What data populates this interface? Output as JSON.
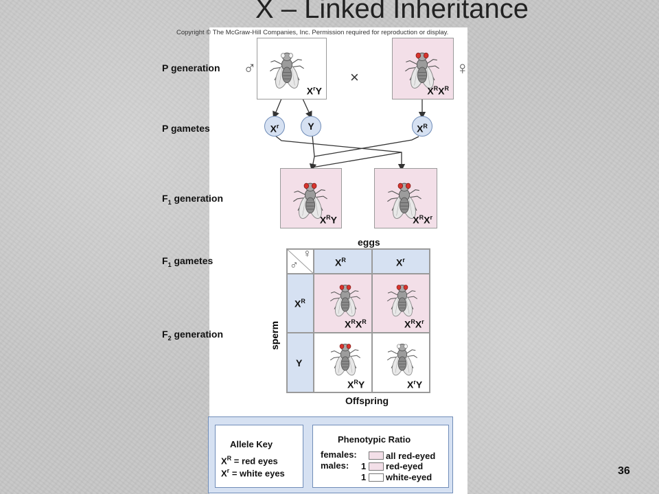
{
  "title": "X – Linked Inheritance",
  "copyright": "Copyright © The McGraw-Hill Companies, Inc. Permission required for reproduction or display.",
  "labels": {
    "p_generation": "P generation",
    "p_gametes": "P gametes",
    "f1_generation_prefix": "F",
    "f1_generation_sub": "1",
    "f1_generation_suffix": " generation",
    "f1_gametes_prefix": "F",
    "f1_gametes_sub": "1",
    "f1_gametes_suffix": " gametes",
    "f2_generation_prefix": "F",
    "f2_generation_sub": "2",
    "f2_generation_suffix": " generation"
  },
  "symbols": {
    "male": "♂",
    "female": "♀",
    "cross": "×"
  },
  "p_male": {
    "base1": "X",
    "sup1": "r",
    "base2": "Y"
  },
  "p_female": {
    "base1": "X",
    "sup1": "R",
    "base2": "X",
    "sup2": "R"
  },
  "gametes": {
    "g1": {
      "base": "X",
      "sup": "r"
    },
    "g2": {
      "base": "Y"
    },
    "g3": {
      "base": "X",
      "sup": "R"
    }
  },
  "f1_male": {
    "base1": "X",
    "sup1": "R",
    "base2": "Y"
  },
  "f1_female": {
    "base1": "X",
    "sup1": "R",
    "base2": "X",
    "sup2": "r"
  },
  "punnett": {
    "eggs_label": "eggs",
    "sperm_label": "sperm",
    "offspring_label": "Offspring",
    "egg_headers": [
      {
        "base": "X",
        "sup": "R"
      },
      {
        "base": "X",
        "sup": "r"
      }
    ],
    "sperm_headers": [
      {
        "base": "X",
        "sup": "R"
      },
      {
        "base": "Y"
      }
    ],
    "cells": [
      {
        "base1": "X",
        "sup1": "R",
        "base2": "X",
        "sup2": "R"
      },
      {
        "base1": "X",
        "sup1": "R",
        "base2": "X",
        "sup2": "r"
      },
      {
        "base1": "X",
        "sup1": "R",
        "base2": "Y"
      },
      {
        "base1": "X",
        "sup1": "r",
        "base2": "Y"
      }
    ]
  },
  "allele_key": {
    "title": "Allele Key",
    "row1": {
      "base": "X",
      "sup": "R",
      "eq": "=",
      "text": "red eyes"
    },
    "row2": {
      "base": "X",
      "sup": "r",
      "eq": "=",
      "text": "white eyes"
    }
  },
  "ratio": {
    "title": "Phenotypic Ratio",
    "females_label": "females:",
    "females_text": "all red-eyed",
    "males_label": "males:",
    "males_n1": "1",
    "males_text1": "red-eyed",
    "males_n2": "1",
    "males_text2": "white-eyed"
  },
  "colors": {
    "red_eye": "#d8342e",
    "white_eye": "#f4f4f4",
    "pink_fill": "#f3dfe8",
    "blue_fill": "#d6e1f2"
  },
  "page_number": "36"
}
